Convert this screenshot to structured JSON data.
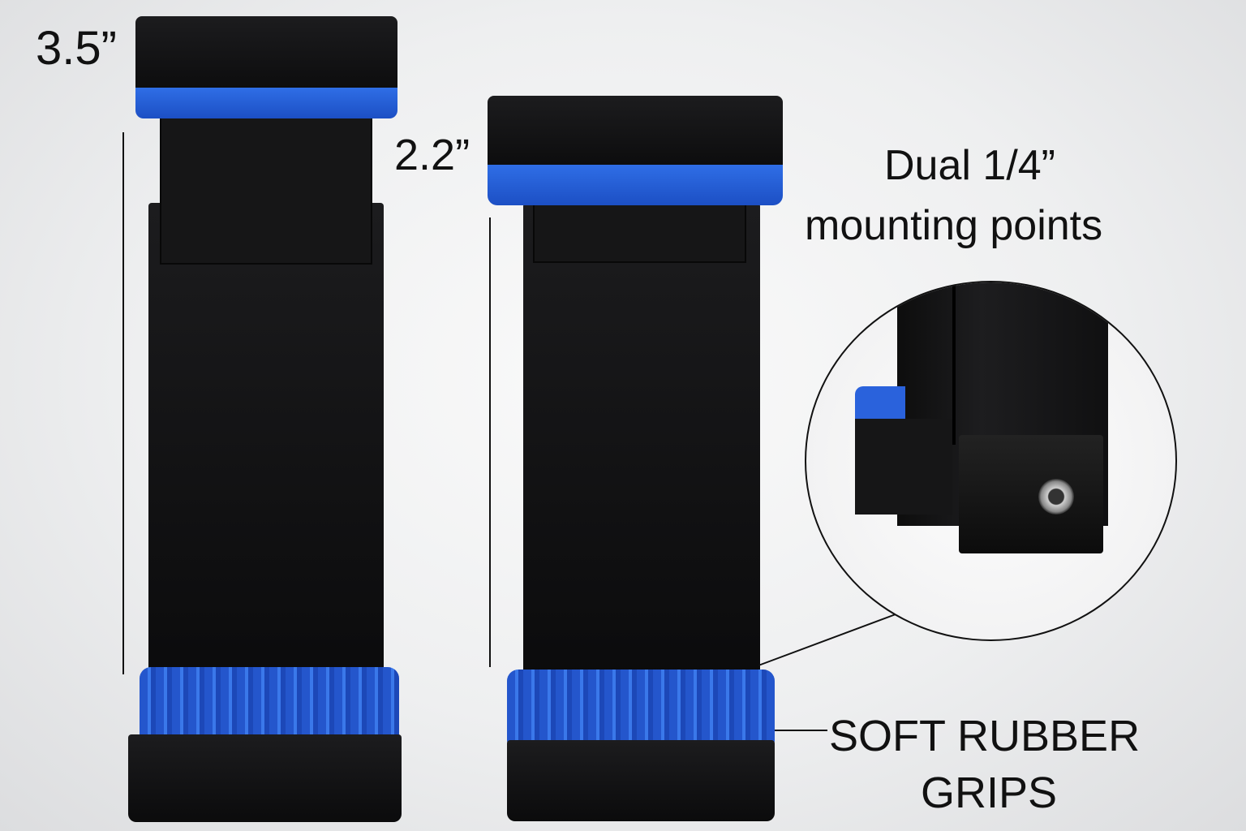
{
  "dimensions": {
    "large": "3.5”",
    "small": "2.2”"
  },
  "callouts": {
    "mount_line1": "Dual 1/4”",
    "mount_line2": "mounting points",
    "grip_line1": "SOFT RUBBER",
    "grip_line2": "GRIPS"
  },
  "colors": {
    "accent_blue": "#2a62dc",
    "body_black": "#121213",
    "background": "#eeeff0"
  }
}
